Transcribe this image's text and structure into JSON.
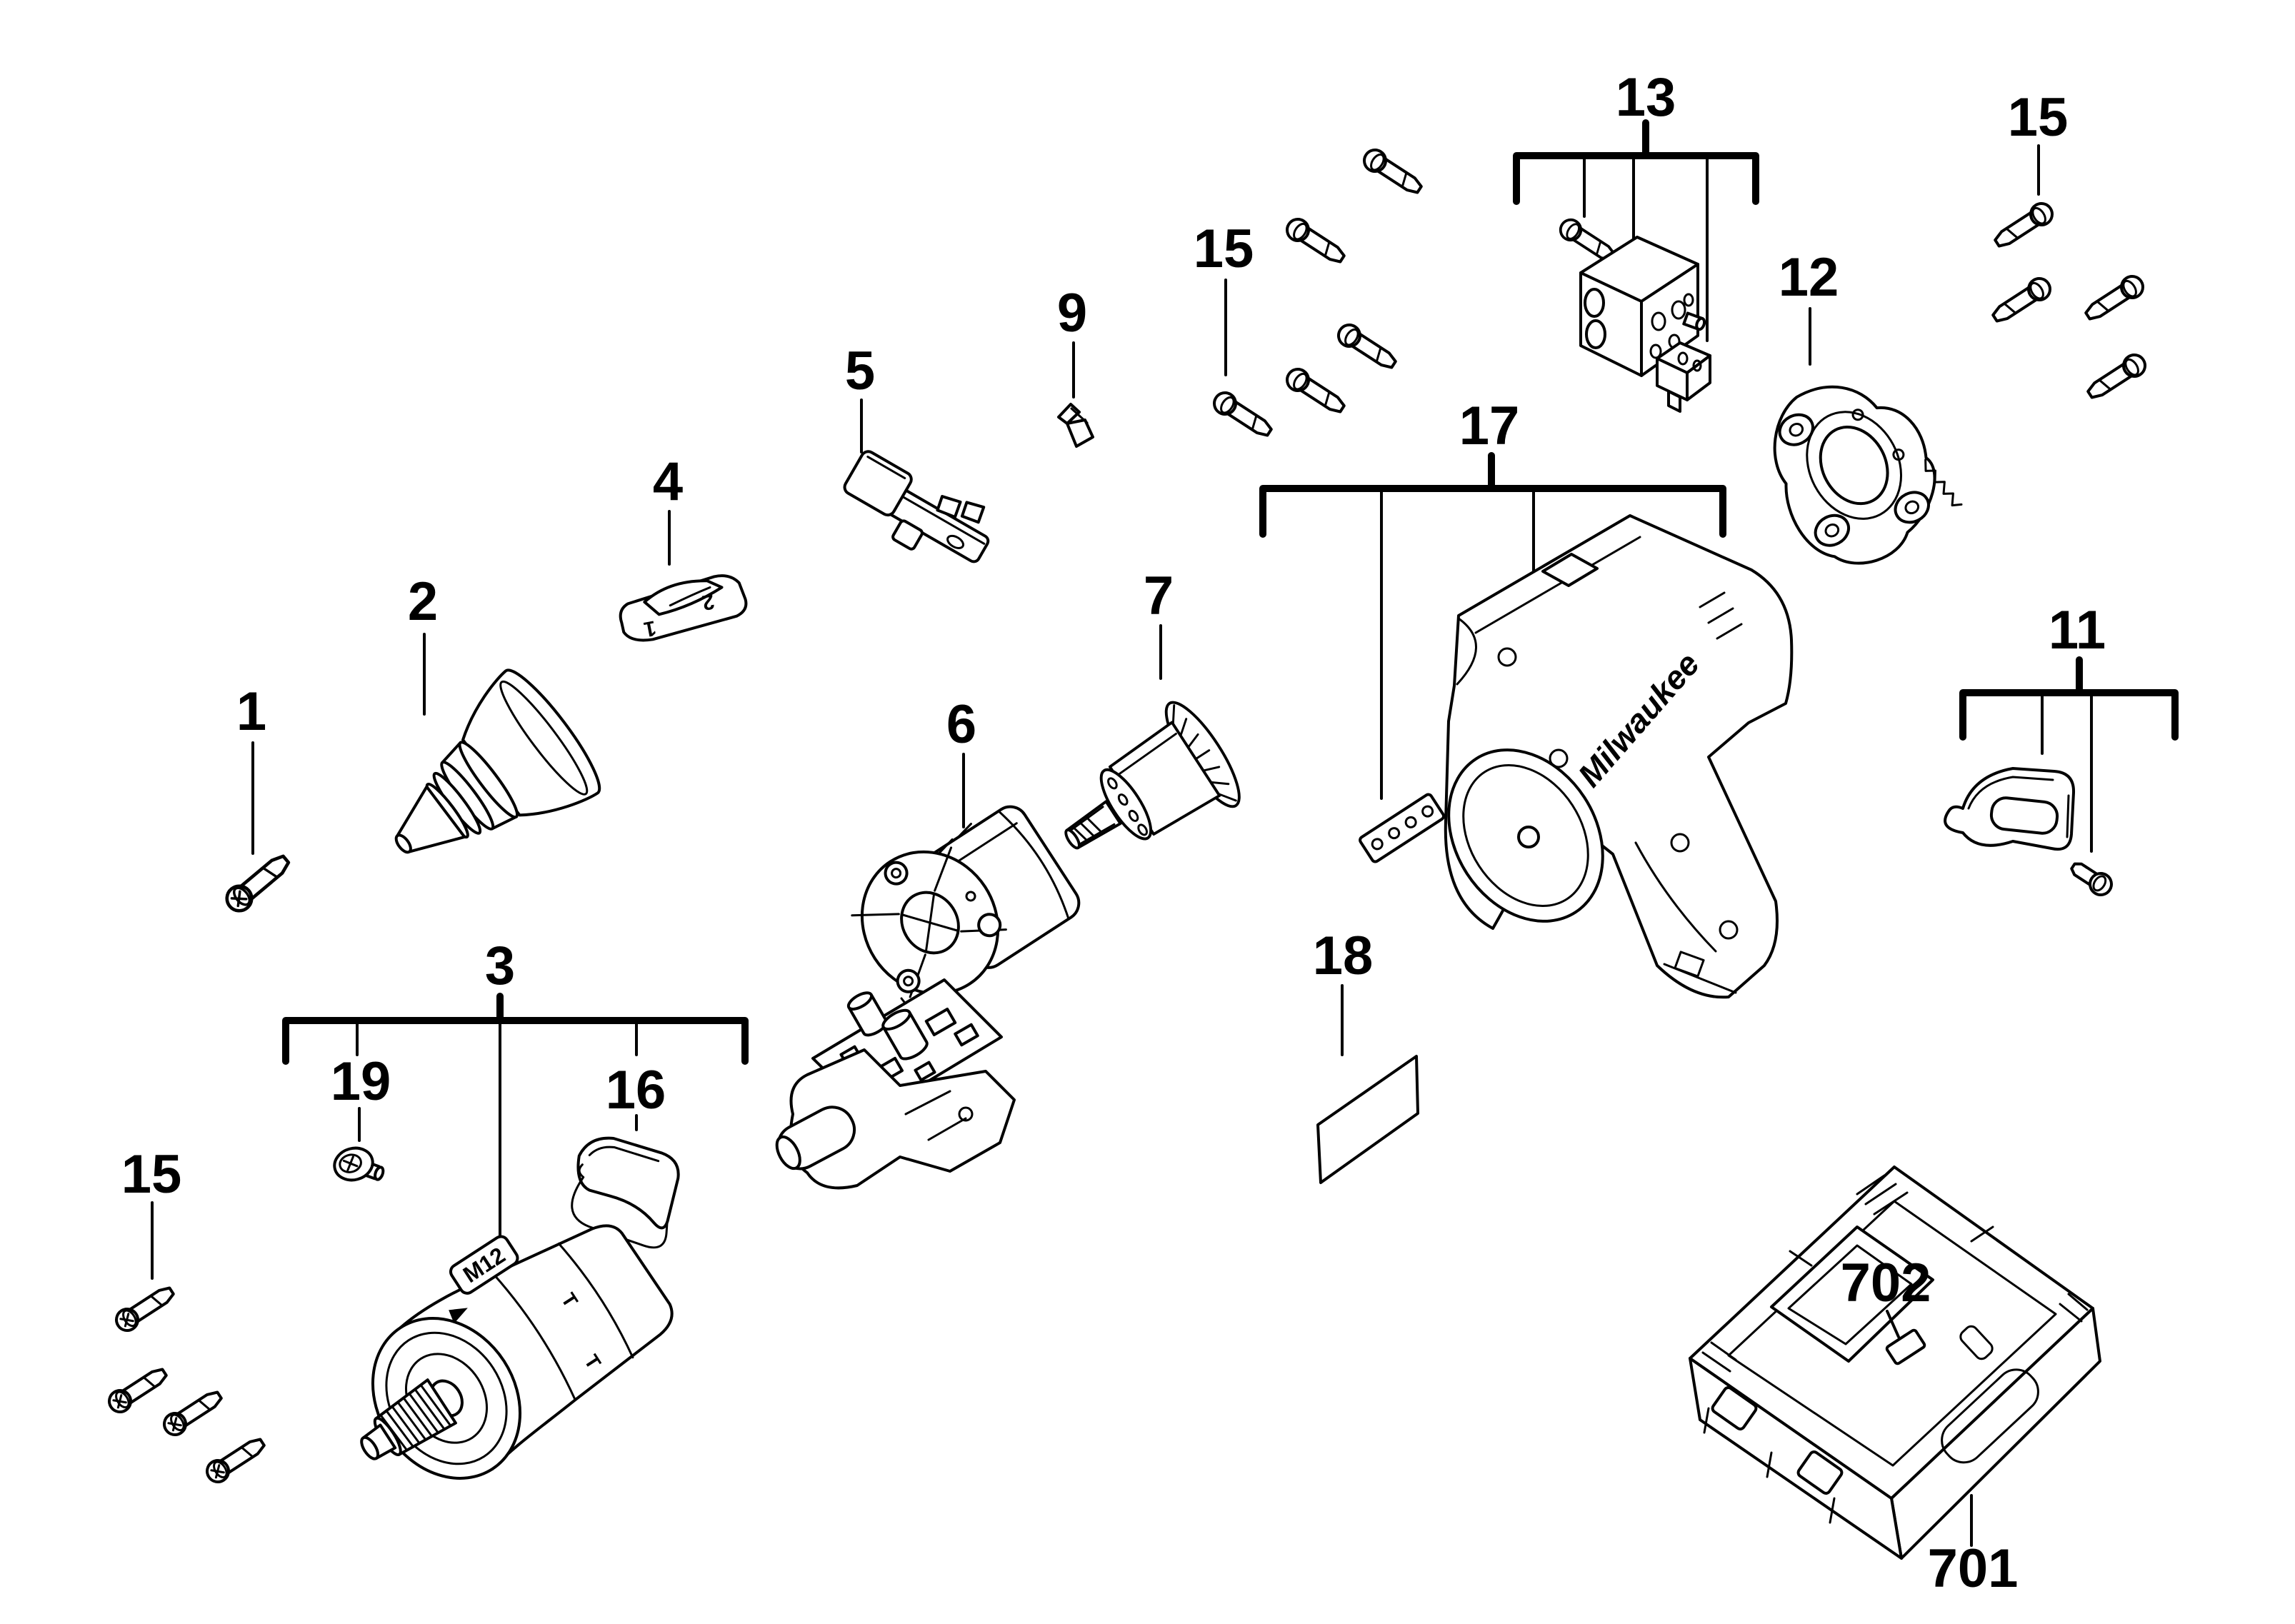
{
  "diagram": {
    "background_color": "#ffffff",
    "line_color": "#000000",
    "callouts": {
      "c1": "1",
      "c2": "2",
      "c3": "3",
      "c4": "4",
      "c5": "5",
      "c6": "6",
      "c7": "7",
      "c9": "9",
      "c11": "11",
      "c12": "12",
      "c13": "13",
      "c15_middle": "15",
      "c15_top_right": "15",
      "c15_bottom_left": "15",
      "c16": "16",
      "c17": "17",
      "c18": "18",
      "c19": "19",
      "c701": "701",
      "c702": "702"
    },
    "inscriptions": {
      "gearbox_badge": "M12",
      "housing_logo": "Milwaukee",
      "speed_selector_high": "2",
      "speed_selector_low": "1"
    }
  }
}
